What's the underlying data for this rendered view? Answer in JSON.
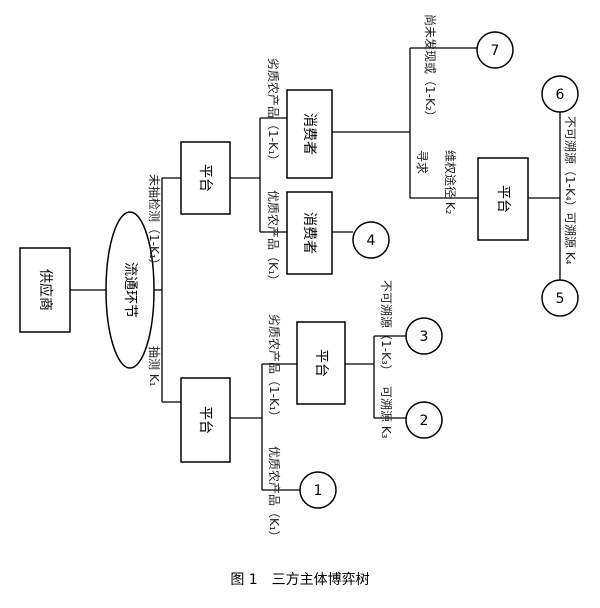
{
  "nodes": {
    "supplier": "供应商",
    "circulation": "流通环节",
    "platform_a": "平台",
    "platform_b": "平台",
    "platform_c": "平台",
    "platform_d": "平台",
    "consumer_a": "消费者",
    "consumer_b": "消费者"
  },
  "outcomes": [
    "1",
    "2",
    "3",
    "4",
    "5",
    "6",
    "7"
  ],
  "edges": {
    "not_detected": "未抽检测（1-K₁）",
    "detected": "抽测 K₁",
    "inferior_upper": "劣质农产品（1-K₁）",
    "quality_upper": "优质农产品（K₁）",
    "inferior_lower": "劣质农产品（1-K₁）",
    "quality_lower": "优质农产品（K₁）",
    "not_found": "尚未发现或（1-K₂）",
    "seek": "寻求",
    "rights": "维权途径 K₂",
    "untraceable_lower": "不可溯源（1-K₃）",
    "traceable_lower": "可溯源 K₃",
    "untraceable_upper": "不可溯源（1-K₄）",
    "traceable_upper": "可溯源 K₄"
  },
  "caption": "图 1　三方主体博弈树"
}
